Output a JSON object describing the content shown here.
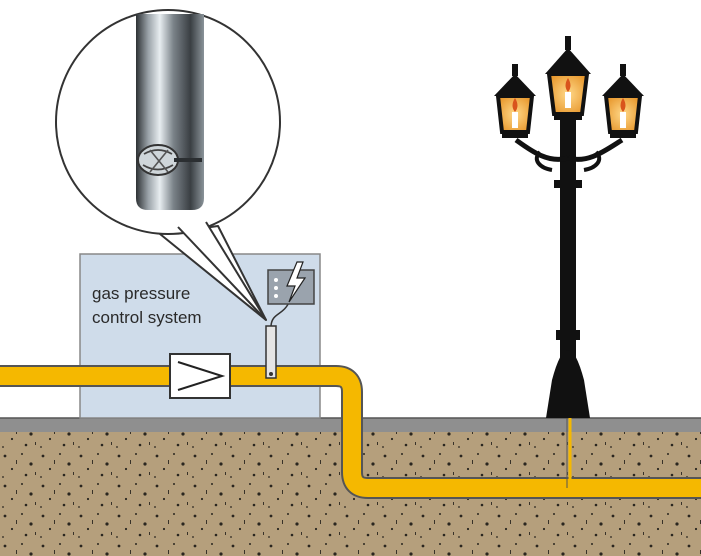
{
  "diagram": {
    "label_line1": "gas pressure",
    "label_line2": "control system"
  },
  "colors": {
    "sky": "#ffffff",
    "soil": "#b59f7c",
    "pavement": "#8f8f8f",
    "gas_pipe": "#f5b800",
    "control_box": "#cfdcea",
    "lamp_post": "#111111",
    "lamp_glow": "#f3b44a",
    "flame": "#d9541c"
  },
  "icons": [
    "magnifier-callout",
    "flow-meter-icon",
    "control-unit-icon",
    "lightning-icon",
    "probe-sensor-icon",
    "street-lamp-icon"
  ]
}
